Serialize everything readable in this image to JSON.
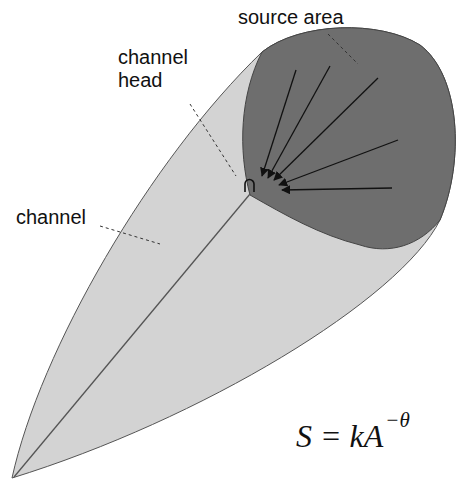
{
  "diagram": {
    "labels": [
      "source area",
      "channel head",
      "channel",
      "S = kA",
      "−θ"
    ]
  }
}
